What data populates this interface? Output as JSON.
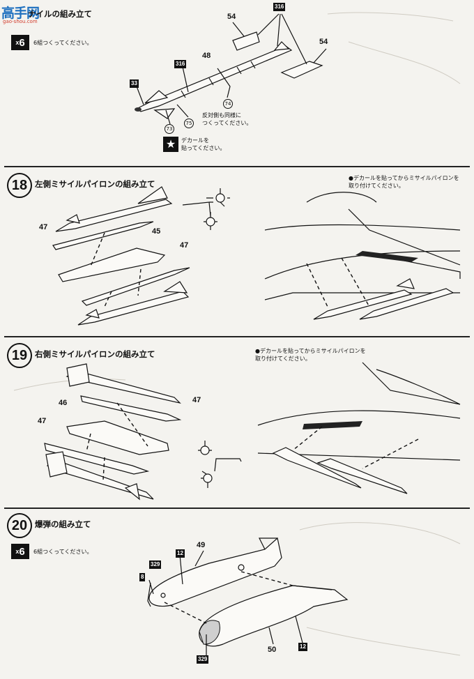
{
  "watermark": {
    "logo": "高手网",
    "url": "gao-shou.com"
  },
  "step17": {
    "title": "ナイルの組み立て",
    "qty": "6",
    "qty_note": "6組つくってください。",
    "note_symmetric": "反対側も同様に\nつくってください。",
    "note_decal": "デカールを\n貼ってください。",
    "parts": {
      "fin_left": "54",
      "fin_right": "54",
      "sprue": "316",
      "body": "48",
      "sprue2": "316",
      "nose": "33",
      "c74": "74",
      "c75": "75",
      "c73": "73"
    }
  },
  "step18": {
    "number": "18",
    "title": "左側ミサイルパイロンの組み立て",
    "note": "●デカールを貼ってからミサイルパイロンを\n取り付けてください。",
    "parts": {
      "left_rail": "47",
      "pylon": "45",
      "right_rail": "47"
    }
  },
  "step19": {
    "number": "19",
    "title": "右側ミサイルパイロンの組み立て",
    "note": "●デカールを貼ってからミサイルパイロンを\n取り付けてください。",
    "parts": {
      "rail_top": "47",
      "pylon": "46",
      "rail_left": "47"
    }
  },
  "step20": {
    "number": "20",
    "title": "爆弾の組み立て",
    "qty": "6",
    "qty_note": "6組つくってください。",
    "parts": {
      "top_half": "49",
      "tag12a": "12",
      "tag329a": "329",
      "tag8": "8",
      "bottom_half": "50",
      "tag12b": "12",
      "tag329b": "329"
    }
  }
}
